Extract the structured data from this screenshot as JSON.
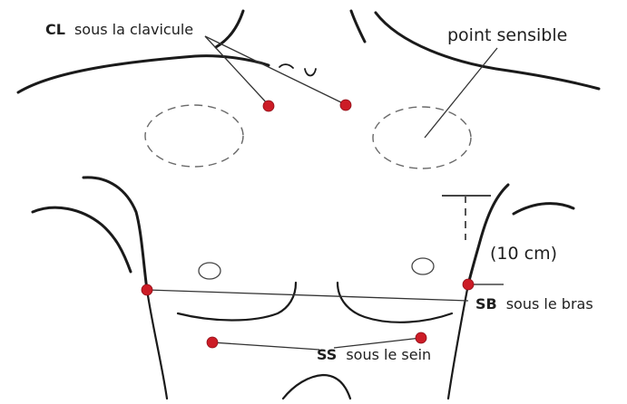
{
  "labels": {
    "cl_code": "CL",
    "cl_text": "sous la clavicule",
    "tender_point": "point sensible",
    "distance": "(10 cm)",
    "sb_code": "SB",
    "sb_text": "sous le bras",
    "ss_code": "SS",
    "ss_text": "sous le sein"
  },
  "colors": {
    "point": "#cc1c26",
    "outline": "#1a1a1a",
    "dashed_oval": "#6a6a6a"
  }
}
